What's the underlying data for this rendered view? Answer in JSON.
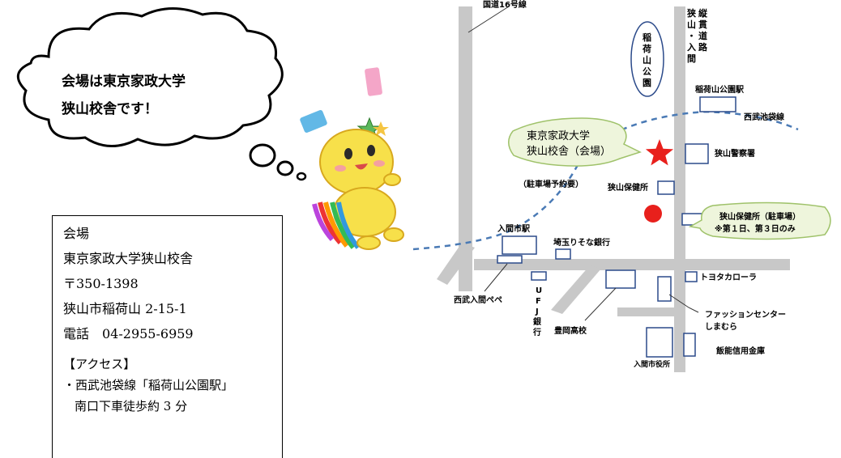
{
  "speech_bubble": {
    "line1": "会場は東京家政大学",
    "line2": "狭山校舎です！"
  },
  "info_box": {
    "heading": "会場",
    "venue": "東京家政大学狭山校舎",
    "postal": "〒350-1398",
    "address": "狭山市稲荷山 2-15-1",
    "phone": "電話　04-2955-6959",
    "access_heading": "【アクセス】",
    "access_line1": "・西武池袋線「稲荷山公園駅」",
    "access_line2": "南口下車徒歩約 3 分"
  },
  "map": {
    "route16": "国道16号線",
    "prefectural_road": [
      "狭",
      "山",
      "・",
      "入",
      "間"
    ],
    "prefectural_road_2": [
      "縦",
      "貫",
      "道",
      "路"
    ],
    "park": [
      "稲",
      "荷",
      "山",
      "公",
      "園"
    ],
    "inariyama_station": "稲荷山公園駅",
    "seibu_line": "西武池袋線",
    "venue_callout": {
      "line1": "東京家政大学",
      "line2": "狭山校舎（会場）"
    },
    "venue_parking_note": "（駐車場予約要）",
    "police": "狭山警察署",
    "health_center": "狭山保健所",
    "parking_callout": {
      "line1": "狭山保健所（駐車場）",
      "line2": "※第１日、第３日のみ"
    },
    "iruma_station": "入間市駅",
    "saitama_resona": "埼玉りそな銀行",
    "seibu_pepe": "西武入間ペペ",
    "ufj": [
      "U",
      "F",
      "J",
      "銀",
      "行"
    ],
    "toyota": "トヨタカローラ",
    "shimamura_line1": "ファッションセンター",
    "shimamura_line2": "しまむら",
    "toyooka_hs": "豊岡高校",
    "city_office": "入間市役所",
    "hanno_bank": "飯能信用金庫"
  },
  "colors": {
    "road": "#c8c8c8",
    "rail": "#4a7ab5",
    "building": "#2b4a8a",
    "venue_star": "#e8201c",
    "parking_dot": "#e8201c",
    "callout_fill": "#eef5dc",
    "callout_stroke": "#9fc26a",
    "park_stroke": "#2b4a8a"
  }
}
